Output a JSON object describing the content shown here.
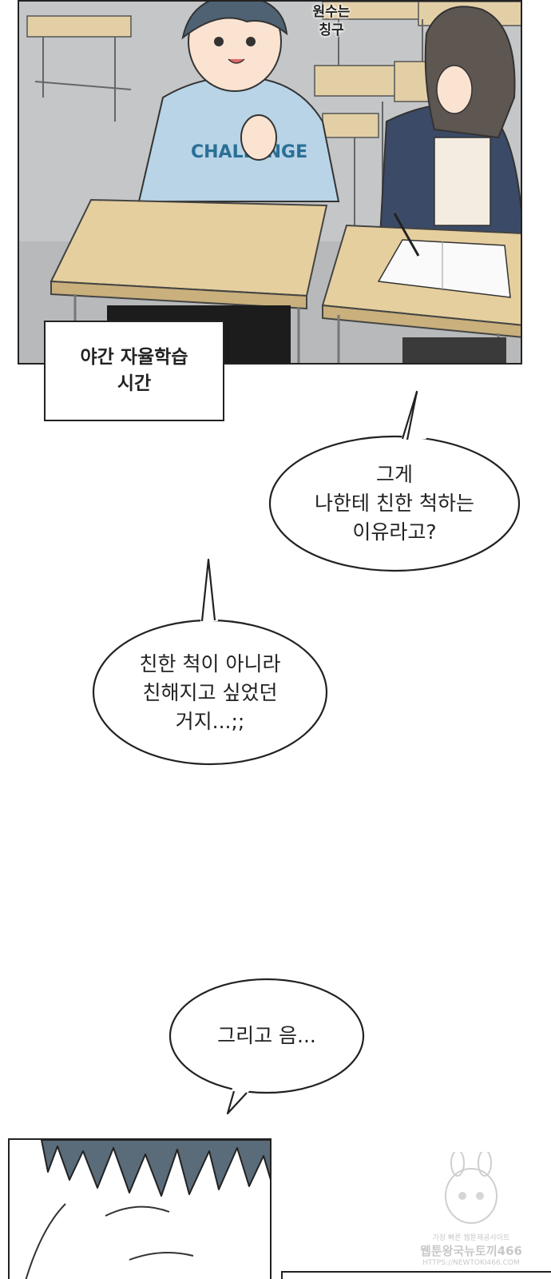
{
  "panel1": {
    "caption_line1": "야간 자율학습",
    "caption_line2": "시간",
    "sfx_line1": "원수는",
    "sfx_line2": "칭구",
    "shirt_text": "CHALLENGE"
  },
  "bubbles": [
    {
      "lines": [
        "그게",
        "나한테 친한 척하는",
        "이유라고?"
      ]
    },
    {
      "lines": [
        "친한 척이 아니라",
        "친해지고 싶었던",
        "거지...;;"
      ]
    },
    {
      "lines": [
        "그리고 음..."
      ]
    }
  ],
  "watermark": {
    "line1": "가장 빠른 웹툰제공사이트",
    "line2": "웹툰왕국뉴토끼466",
    "line3": "HTTPS://NEWTOKI466.COM"
  }
}
